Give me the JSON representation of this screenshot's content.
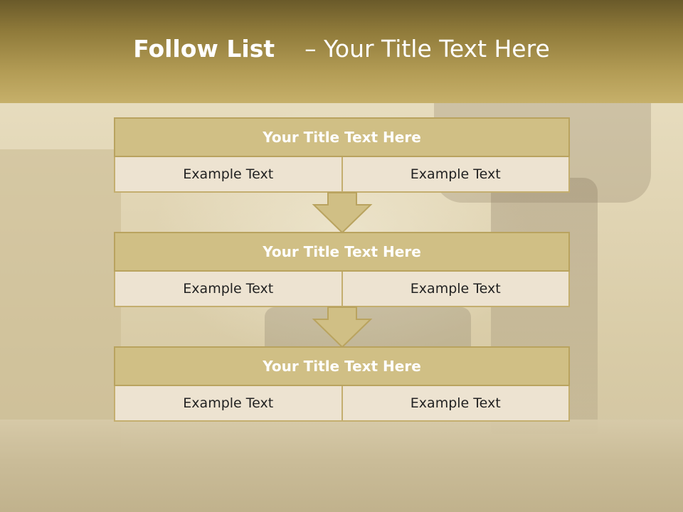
{
  "header": {
    "title_bold": "Follow List",
    "title_rest": "– Your Title Text Here"
  },
  "blocks": [
    {
      "title": "Your Title Text Here",
      "left": "Example Text",
      "right": "Example Text"
    },
    {
      "title": "Your Title Text Here",
      "left": "Example Text",
      "right": "Example Text"
    },
    {
      "title": "Your Title Text Here",
      "left": "Example Text",
      "right": "Example Text"
    }
  ],
  "colors": {
    "header": "#b39c55",
    "box_title": "#d0bf85",
    "box_cell": "#ede3d1",
    "border": "#b9a35f",
    "arrow_fill": "#d0bf85"
  }
}
